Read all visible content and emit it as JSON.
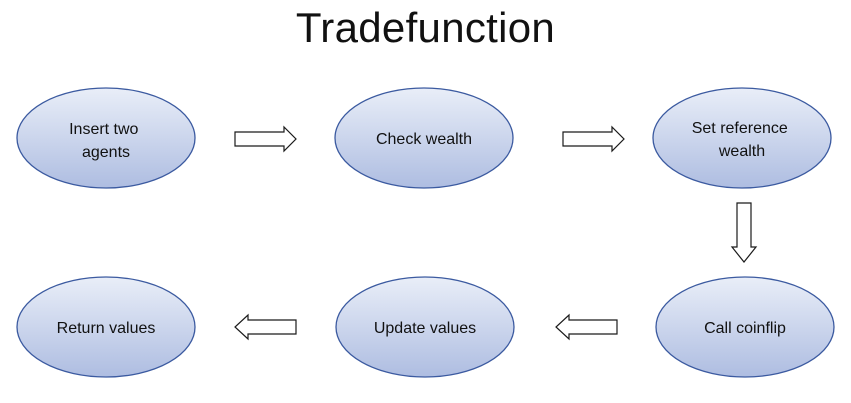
{
  "title": "Tradefunction",
  "nodes": [
    {
      "id": "n1",
      "lines": [
        "Insert two",
        "agents"
      ]
    },
    {
      "id": "n2",
      "lines": [
        "Check wealth"
      ]
    },
    {
      "id": "n3",
      "lines": [
        "Set reference",
        "wealth"
      ]
    },
    {
      "id": "n4",
      "lines": [
        "Call coinflip"
      ]
    },
    {
      "id": "n5",
      "lines": [
        "Update values"
      ]
    },
    {
      "id": "n6",
      "lines": [
        "Return values"
      ]
    }
  ],
  "edges": [
    {
      "from": "n1",
      "to": "n2",
      "direction": "right"
    },
    {
      "from": "n2",
      "to": "n3",
      "direction": "right"
    },
    {
      "from": "n3",
      "to": "n4",
      "direction": "down"
    },
    {
      "from": "n4",
      "to": "n5",
      "direction": "left"
    },
    {
      "from": "n5",
      "to": "n6",
      "direction": "left"
    }
  ],
  "colors": {
    "node_fill_top": "#e9eef8",
    "node_fill_bottom": "#aebde1",
    "node_stroke": "#3b5aa0",
    "arrow_stroke": "#1a1a1a"
  }
}
